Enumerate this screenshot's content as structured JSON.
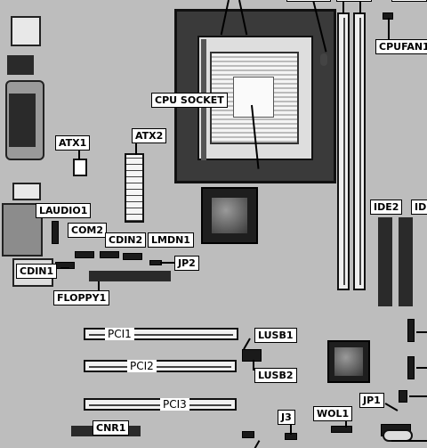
{
  "labels": {
    "cpu_socket": "CPU SOCKET",
    "cpufan": "CPUFAN1",
    "atx1": "ATX1",
    "atx2": "ATX2",
    "laudio1": "LAUDIO1",
    "com2": "COM2",
    "cdin2": "CDIN2",
    "lmdn1": "LMDN1",
    "jp2": "JP2",
    "cdin1": "CDIN1",
    "floppy1": "FLOPPY1",
    "ide2": "IDE2",
    "ide1_partial": "ID",
    "lusb1": "LUSB1",
    "lusb2": "LUSB2",
    "jp1": "JP1",
    "j3": "J3",
    "wol1": "WOL1",
    "cnr1": "CNR1"
  },
  "slots": {
    "pci1": "PCI1",
    "pci2": "PCI2",
    "pci3": "PCI3"
  },
  "colors": {
    "board": "#bdbdbd",
    "dark": "#2a2a2a",
    "label_bg": "#ffffff",
    "label_border": "#000000"
  }
}
